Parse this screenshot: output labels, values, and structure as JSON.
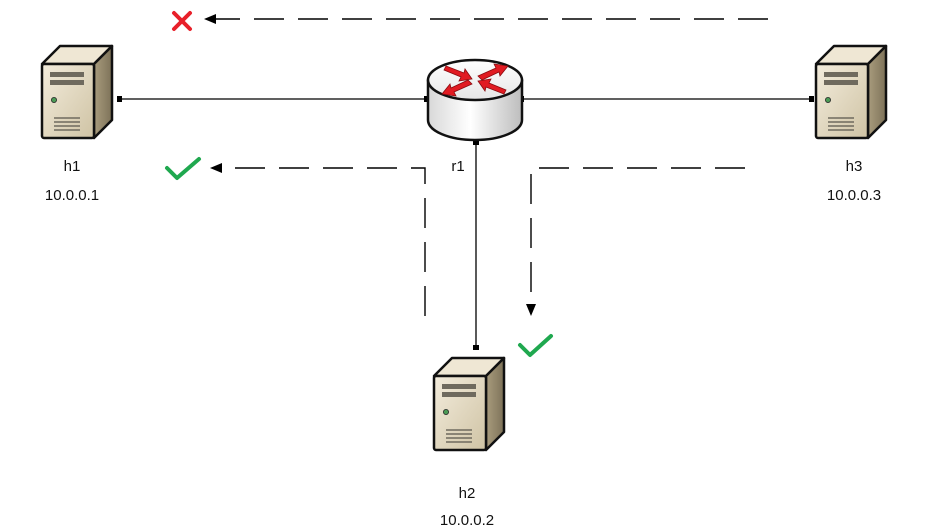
{
  "nodes": {
    "h1": {
      "name": "h1",
      "ip": "10.0.0.1"
    },
    "h2": {
      "name": "h2",
      "ip": "10.0.0.2"
    },
    "h3": {
      "name": "h3",
      "ip": "10.0.0.3"
    },
    "r1": {
      "name": "r1"
    }
  },
  "flows": [
    {
      "from": "h3",
      "to": "h1",
      "result": "blocked",
      "marker": "cross-icon"
    },
    {
      "from": "h2",
      "to": "h1",
      "result": "allowed",
      "marker": "check-icon"
    },
    {
      "from": "h3",
      "to": "h2",
      "result": "allowed",
      "marker": "check-icon"
    }
  ],
  "colors": {
    "link": "#000000",
    "blocked": "#e8202a",
    "allowed": "#1fa84f",
    "router_arrows": "#e11b22",
    "server_body": "#d9cdb0"
  }
}
